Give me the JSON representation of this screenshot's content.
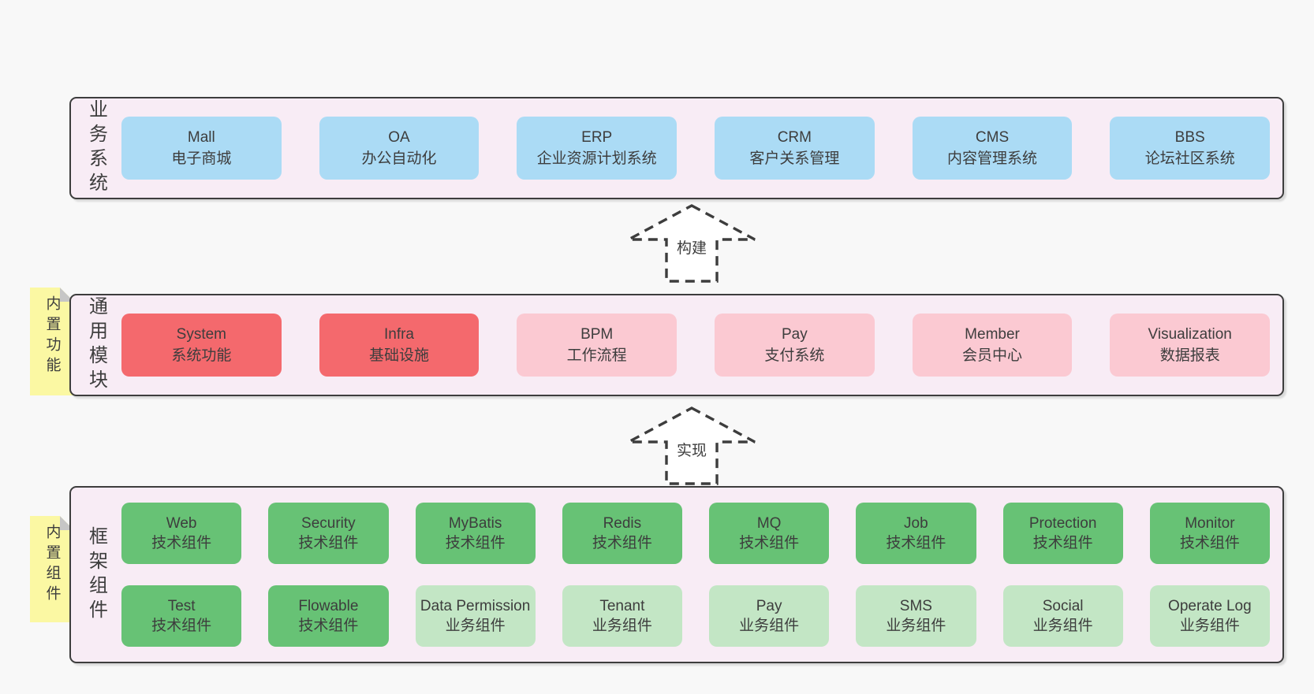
{
  "colors": {
    "page_bg": "#f8f8f8",
    "band_bg": "#f8ecf5",
    "band_border": "#3d3d3d",
    "text": "#3d3d3d",
    "blue": "#abdbf5",
    "red": "#f4696d",
    "pink": "#fbc9d2",
    "green": "#67c275",
    "light_green": "#c3e6c5",
    "yellow": "#fbf8a3",
    "fold": "#c6c6c6"
  },
  "top_band": {
    "label": "业务系统",
    "boxes": [
      {
        "en": "Mall",
        "zh": "电子商城"
      },
      {
        "en": "OA",
        "zh": "办公自动化"
      },
      {
        "en": "ERP",
        "zh": "企业资源计划系统"
      },
      {
        "en": "CRM",
        "zh": "客户关系管理"
      },
      {
        "en": "CMS",
        "zh": "内容管理系统"
      },
      {
        "en": "BBS",
        "zh": "论坛社区系统"
      }
    ]
  },
  "arrows": {
    "build": {
      "label": "构建"
    },
    "implement": {
      "label": "实现"
    }
  },
  "middle_band": {
    "sticky": "内置功能",
    "label": "通用模块",
    "boxes": [
      {
        "en": "System",
        "zh": "系统功能"
      },
      {
        "en": "Infra",
        "zh": "基础设施"
      },
      {
        "en": "BPM",
        "zh": "工作流程"
      },
      {
        "en": "Pay",
        "zh": "支付系统"
      },
      {
        "en": "Member",
        "zh": "会员中心"
      },
      {
        "en": "Visualization",
        "zh": "数据报表"
      }
    ]
  },
  "bottom_band": {
    "sticky": "内置组件",
    "label": "框架组件",
    "row1": [
      {
        "en": "Web",
        "zh": "技术组件"
      },
      {
        "en": "Security",
        "zh": "技术组件"
      },
      {
        "en": "MyBatis",
        "zh": "技术组件"
      },
      {
        "en": "Redis",
        "zh": "技术组件"
      },
      {
        "en": "MQ",
        "zh": "技术组件"
      },
      {
        "en": "Job",
        "zh": "技术组件"
      },
      {
        "en": "Protection",
        "zh": "技术组件"
      },
      {
        "en": "Monitor",
        "zh": "技术组件"
      }
    ],
    "row2": [
      {
        "en": "Test",
        "zh": "技术组件"
      },
      {
        "en": "Flowable",
        "zh": "技术组件"
      },
      {
        "en": "Data Permission",
        "zh": "业务组件"
      },
      {
        "en": "Tenant",
        "zh": "业务组件"
      },
      {
        "en": "Pay",
        "zh": "业务组件"
      },
      {
        "en": "SMS",
        "zh": "业务组件"
      },
      {
        "en": "Social",
        "zh": "业务组件"
      },
      {
        "en": "Operate Log",
        "zh": "业务组件"
      }
    ]
  }
}
